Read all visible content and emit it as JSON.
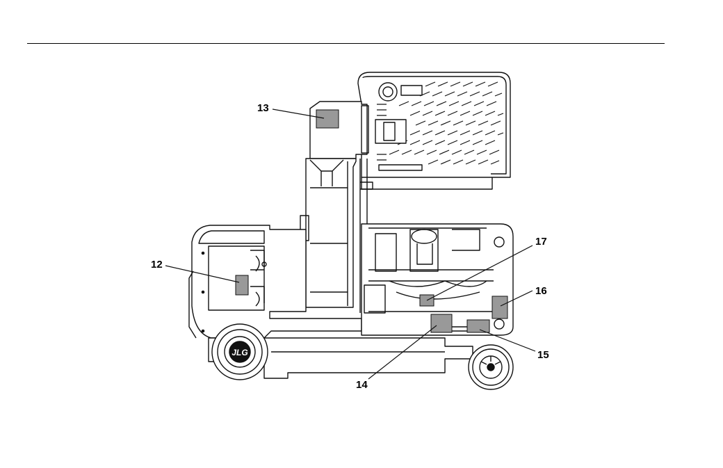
{
  "figure": {
    "label_color": "#999999",
    "ink_color": "#111111",
    "callouts": [
      {
        "id": "12",
        "text": "12"
      },
      {
        "id": "13",
        "text": "13"
      },
      {
        "id": "14",
        "text": "14"
      },
      {
        "id": "15",
        "text": "15"
      },
      {
        "id": "16",
        "text": "16"
      },
      {
        "id": "17",
        "text": "17"
      }
    ],
    "logo_text": "JLG"
  }
}
